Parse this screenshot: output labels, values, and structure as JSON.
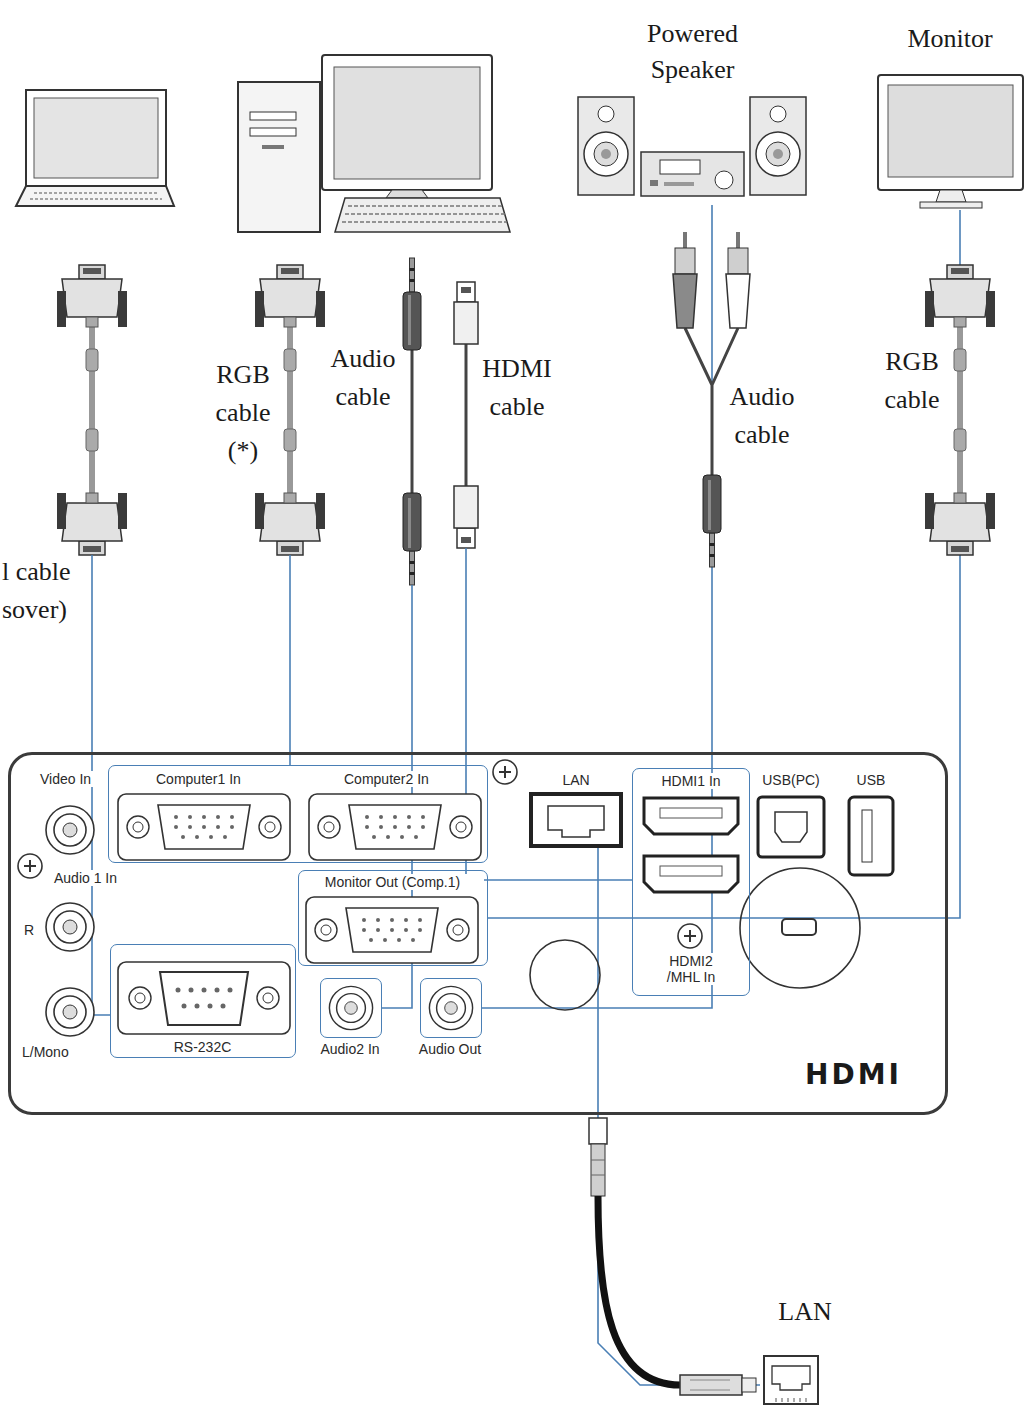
{
  "diagram": {
    "nodes": [
      {
        "text": [
          "Powered Speaker"
        ]
      },
      {
        "text": [
          "Monitor"
        ]
      },
      {
        "text": [
          "HDMI"
        ]
      },
      {
        "text": [
          "Computer1 In",
          "Computer2 In"
        ],
        "in": 2
      },
      {
        "text": [
          "LAN"
        ],
        "in": 2
      },
      {
        "text": [
          "HDMI1 In",
          "HDMI2 /MHL In"
        ],
        "in": 2
      },
      {
        "text": [
          "USB(PC)"
        ],
        "in": 2
      },
      {
        "text": [
          "USB"
        ],
        "in": 2
      },
      {
        "text": [
          "Monitor Out (Comp.1)"
        ],
        "in": 2
      },
      {
        "text": [
          "RS-232C"
        ],
        "in": 2
      },
      {
        "text": [
          "Audio2 In"
        ],
        "in": 2
      },
      {
        "text": [
          "Audio Out"
        ],
        "in": 2
      },
      {
        "text": [
          "LAN"
        ]
      }
    ],
    "edges": [
      {
        "from": 0,
        "to": 11,
        "arrow": "none"
      },
      {
        "from": 1,
        "to": 8,
        "arrow": "none"
      },
      {
        "from": 12,
        "to": 4,
        "arrow": "none"
      }
    ],
    "labels": [
      "l cable sover)",
      "RGB cable (*)",
      "Audio cable",
      "HDMI cable",
      "Audio cable",
      "RGB cable",
      "Video In",
      "Audio 1 In",
      "R",
      "L/Mono"
    ]
  }
}
